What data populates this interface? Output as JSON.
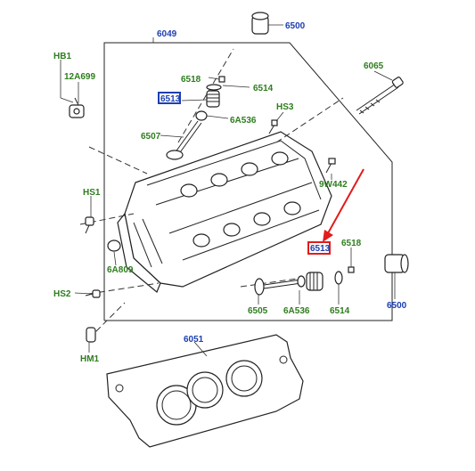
{
  "diagram": {
    "labels": {
      "cylinder_head": "6049",
      "tappet_top": "6500",
      "tappet_right": "6500",
      "gasket": "6051",
      "valve_key_top": "6518",
      "valve_key_right": "6518",
      "spring_retainer_top": "6514",
      "spring_retainer_right": "6514",
      "valve_spring_top": "6513",
      "valve_spring_right": "6513",
      "valve_seal_top": "6A536",
      "valve_seal_right": "6A536",
      "intake_valve": "6507",
      "exhaust_valve": "6505",
      "head_bolt": "6065",
      "hb1": "HB1",
      "bracket": "12A699",
      "hs3": "HS3",
      "hs1": "HS1",
      "hs2": "HS2",
      "hm1": "HM1",
      "plug": "9W442",
      "cap_plug": "6A809"
    },
    "colors": {
      "part_number_green": "#2e7d1e",
      "part_number_blue": "#1c3fb0",
      "highlight_red": "#e01c1c",
      "highlight_blue": "#1c3fb0"
    }
  }
}
